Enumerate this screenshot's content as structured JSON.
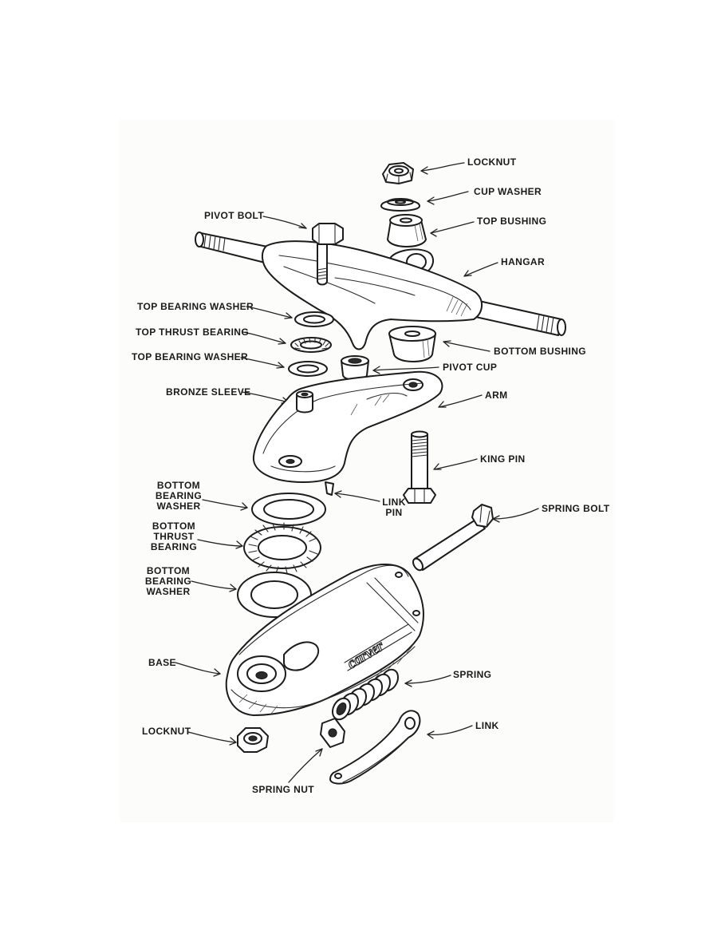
{
  "labels": {
    "locknut_top": "LOCKNUT",
    "cup_washer": "CUP WASHER",
    "top_bushing": "TOP BUSHING",
    "pivot_bolt": "PIVOT BOLT",
    "hangar": "HANGAR",
    "top_bearing_washer_1": "TOP BEARING WASHER",
    "top_thrust_bearing": "TOP THRUST BEARING",
    "top_bearing_washer_2": "TOP BEARING WASHER",
    "bottom_bushing": "BOTTOM BUSHING",
    "pivot_cup": "PIVOT CUP",
    "bronze_sleeve": "BRONZE SLEEVE",
    "arm": "ARM",
    "king_pin": "KING PIN",
    "bottom_bearing_washer_1": "BOTTOM BEARING\nWASHER",
    "link_pin": "LINK\nPIN",
    "spring_bolt": "SPRING BOLT",
    "bottom_thrust_bearing": "BOTTOM THRUST\nBEARING",
    "bottom_bearing_washer_2": "BOTTOM BEARING\nWASHER",
    "base": "BASE",
    "spring": "SPRING",
    "link": "LINK",
    "locknut_bottom": "LOCKNUT",
    "spring_nut": "SPRING NUT"
  },
  "embossed_text": "carver"
}
